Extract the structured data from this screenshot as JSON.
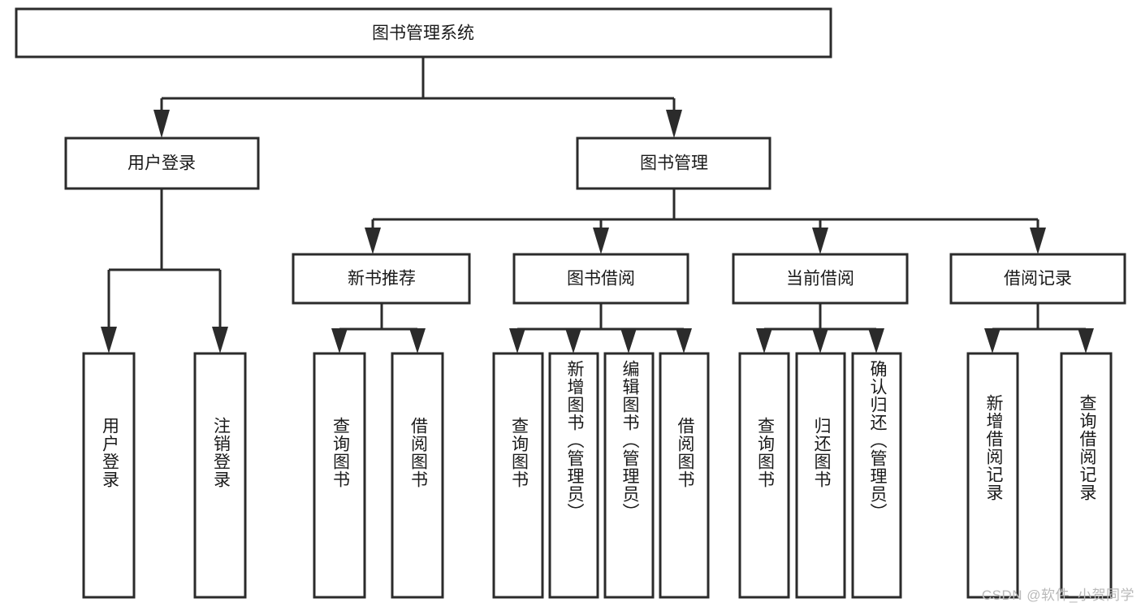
{
  "diagram": {
    "title": "图书管理系统",
    "type": "tree-hierarchy-diagram",
    "colors": {
      "stroke": "#2b2b2b",
      "fill": "#ffffff",
      "text": "#1a1a1a",
      "watermark": "#b9b9b9"
    },
    "root": {
      "label": "图书管理系统"
    },
    "level1": [
      {
        "label": "用户登录"
      },
      {
        "label": "图书管理"
      }
    ],
    "level2": [
      {
        "label": "新书推荐"
      },
      {
        "label": "图书借阅"
      },
      {
        "label": "当前借阅"
      },
      {
        "label": "借阅记录"
      }
    ],
    "leaves": {
      "user_login": [
        {
          "label": "用户登录"
        },
        {
          "label": "注销登录"
        }
      ],
      "new_book": [
        {
          "label": "查询图书"
        },
        {
          "label": "借阅图书"
        }
      ],
      "borrow_book": [
        {
          "label": "查询图书"
        },
        {
          "label": "新增图书（管理员）"
        },
        {
          "label": "编辑图书（管理员）"
        },
        {
          "label": "借阅图书"
        }
      ],
      "current_borrow": [
        {
          "label": "查询图书"
        },
        {
          "label": "归还图书"
        },
        {
          "label": "确认归还（管理员）"
        }
      ],
      "borrow_record": [
        {
          "label": "新增借阅记录"
        },
        {
          "label": "查询借阅记录"
        }
      ]
    }
  },
  "watermark": {
    "text": "CSDN @软件_小贺同学"
  }
}
